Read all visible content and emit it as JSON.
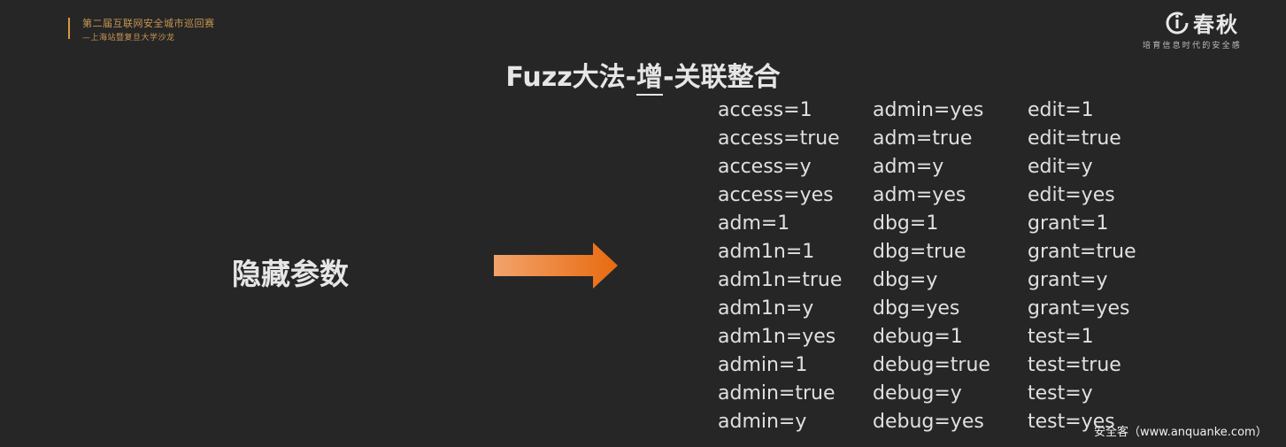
{
  "event": {
    "title": "第二届互联网安全城市巡回赛",
    "subtitle": "—上海站暨复旦大学沙龙"
  },
  "brand": {
    "name": "春秋",
    "slogan": "培育信息时代的安全感",
    "logo_icon": "chunqiu-logo-icon"
  },
  "slide": {
    "title_part1": "Fuzz大法-",
    "title_part2": "增",
    "title_part3": "-关联整合",
    "left_label": "隐藏参数"
  },
  "colors": {
    "background": "#262626",
    "accent": "#d79a3e",
    "arrow_start": "#f2a36b",
    "arrow_end": "#e86a10",
    "text": "#e0e0e0"
  },
  "params": [
    [
      "access=1",
      "access=true",
      "access=y",
      "access=yes",
      "adm=1",
      "adm1n=1",
      "adm1n=true",
      "adm1n=y",
      "adm1n=yes",
      "admin=1",
      "admin=true",
      "admin=y"
    ],
    [
      "admin=yes",
      "adm=true",
      "adm=y",
      "adm=yes",
      "dbg=1",
      "dbg=true",
      "dbg=y",
      "dbg=yes",
      "debug=1",
      "debug=true",
      "debug=y",
      "debug=yes"
    ],
    [
      "edit=1",
      "edit=true",
      "edit=y",
      "edit=yes",
      "grant=1",
      "grant=true",
      "grant=y",
      "grant=yes",
      "test=1",
      "test=true",
      "test=y",
      "test=yes"
    ]
  ],
  "watermark": "安全客（www.anquanke.com）"
}
